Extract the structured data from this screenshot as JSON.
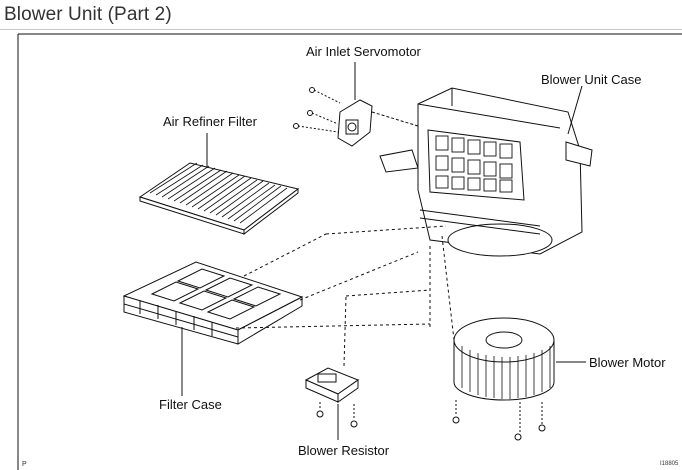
{
  "page": {
    "title": "Blower Unit (Part 2)"
  },
  "labels": {
    "air_inlet_servomotor": "Air Inlet Servomotor",
    "blower_unit_case": "Blower Unit Case",
    "air_refiner_filter": "Air Refiner Filter",
    "filter_case": "Filter Case",
    "blower_motor": "Blower Motor",
    "blower_resistor": "Blower Resistor"
  },
  "figure": {
    "code": "I18805",
    "corner_mark": "P"
  }
}
